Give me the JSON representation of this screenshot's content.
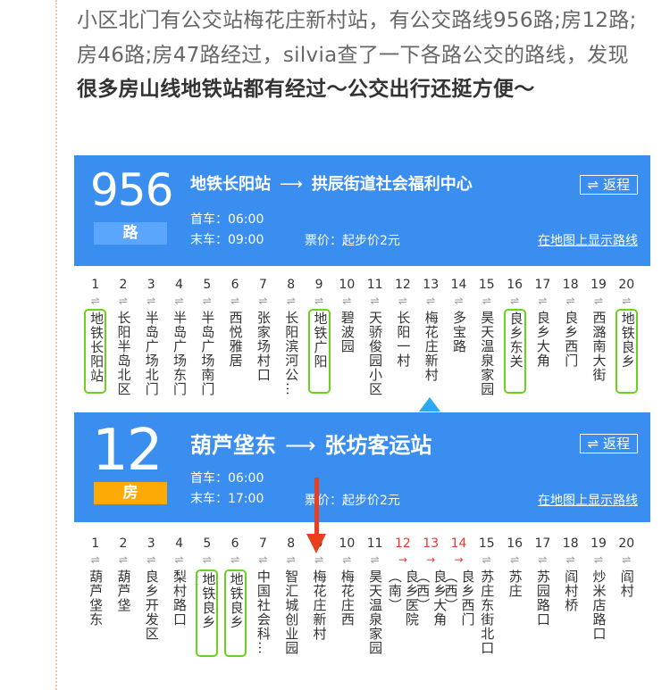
{
  "intro": {
    "part1": "小区北门有公交站梅花庄新村站，有公交路线956路;房12路;房46路;房47路经过，silvia查了一下各路公交的路线，发现",
    "bold": "很多房山线地铁站都有经过～公交出行还挺方便～"
  },
  "routes": [
    {
      "number": "956",
      "tag": "路",
      "from": "地铁长阳站",
      "arrow": "⟶",
      "to": "拱辰街道社会福利中心",
      "return_label": "⇌ 返程",
      "first_bus": "首车：06:00",
      "last_bus": "末车：09:00",
      "fare": "票价：起步价2元",
      "map_link": "在地图上显示路线",
      "stops": [
        {
          "i": "1",
          "name": "地铁长阳站",
          "hl": true
        },
        {
          "i": "2",
          "name": "长阳半岛北区"
        },
        {
          "i": "3",
          "name": "半岛广场北门"
        },
        {
          "i": "4",
          "name": "半岛广场东门"
        },
        {
          "i": "5",
          "name": "半岛广场南门"
        },
        {
          "i": "6",
          "name": "西悦雅居"
        },
        {
          "i": "7",
          "name": "张家场村口"
        },
        {
          "i": "8",
          "name": "长阳滨河公…"
        },
        {
          "i": "9",
          "name": "地铁广阳城…",
          "hl": true
        },
        {
          "i": "10",
          "name": "碧波园"
        },
        {
          "i": "11",
          "name": "天骄俊园小区"
        },
        {
          "i": "12",
          "name": "长阳一村"
        },
        {
          "i": "13",
          "name": "梅花庄新村"
        },
        {
          "i": "14",
          "name": "多宝路"
        },
        {
          "i": "15",
          "name": "昊天温泉家园"
        },
        {
          "i": "16",
          "name": "良乡东关",
          "hl": true
        },
        {
          "i": "17",
          "name": "良乡大角"
        },
        {
          "i": "18",
          "name": "良乡西门"
        },
        {
          "i": "19",
          "name": "西潞南大街"
        },
        {
          "i": "20",
          "name": "地铁良乡南…",
          "hl": true
        }
      ]
    },
    {
      "number": "12",
      "tag": "房",
      "from": "葫芦垡东",
      "arrow": "⟶",
      "to": "张坊客运站",
      "return_label": "⇌ 返程",
      "first_bus": "首车：06:00",
      "last_bus": "末车：17:00",
      "fare": "票价：起步价2元",
      "map_link": "在地图上显示路线",
      "stops": [
        {
          "i": "1",
          "name": "葫芦垡东"
        },
        {
          "i": "2",
          "name": "葫芦垡"
        },
        {
          "i": "3",
          "name": "良乡开发区"
        },
        {
          "i": "4",
          "name": "梨村路口"
        },
        {
          "i": "5",
          "name": "地铁良乡大…",
          "hl": true
        },
        {
          "i": "6",
          "name": "地铁良乡大…",
          "hl": true
        },
        {
          "i": "7",
          "name": "中国社会科…"
        },
        {
          "i": "8",
          "name": "智汇城创业园"
        },
        {
          "i": "9",
          "name": "梅花庄新村"
        },
        {
          "i": "10",
          "name": "梅花庄西"
        },
        {
          "i": "11",
          "name": "昊天温泉家园"
        },
        {
          "i": "12",
          "name": "良乡医院（南）",
          "red": true
        },
        {
          "i": "13",
          "name": "良乡大角（西）",
          "red": true
        },
        {
          "i": "14",
          "name": "良乡西门（西）",
          "red": true
        },
        {
          "i": "15",
          "name": "苏庄东街北口"
        },
        {
          "i": "16",
          "name": "苏庄"
        },
        {
          "i": "17",
          "name": "苏园路口"
        },
        {
          "i": "18",
          "name": "阎村桥"
        },
        {
          "i": "19",
          "name": "炒米店路口"
        },
        {
          "i": "20",
          "name": "阎村"
        }
      ]
    }
  ],
  "colors": {
    "banner_blue": "#3a8ef0",
    "tag_956": "#5aa6ff",
    "tag_12": "#fdaa06",
    "highlight_green": "#6ad21c",
    "pointer_blue": "#2aa8f2",
    "pointer_red": "#e8401c",
    "one_way_red": "#e23a2f"
  },
  "icons": {
    "bidirectional": "⇌",
    "one_way": "→",
    "route_arrow": "long-right-arrow"
  }
}
